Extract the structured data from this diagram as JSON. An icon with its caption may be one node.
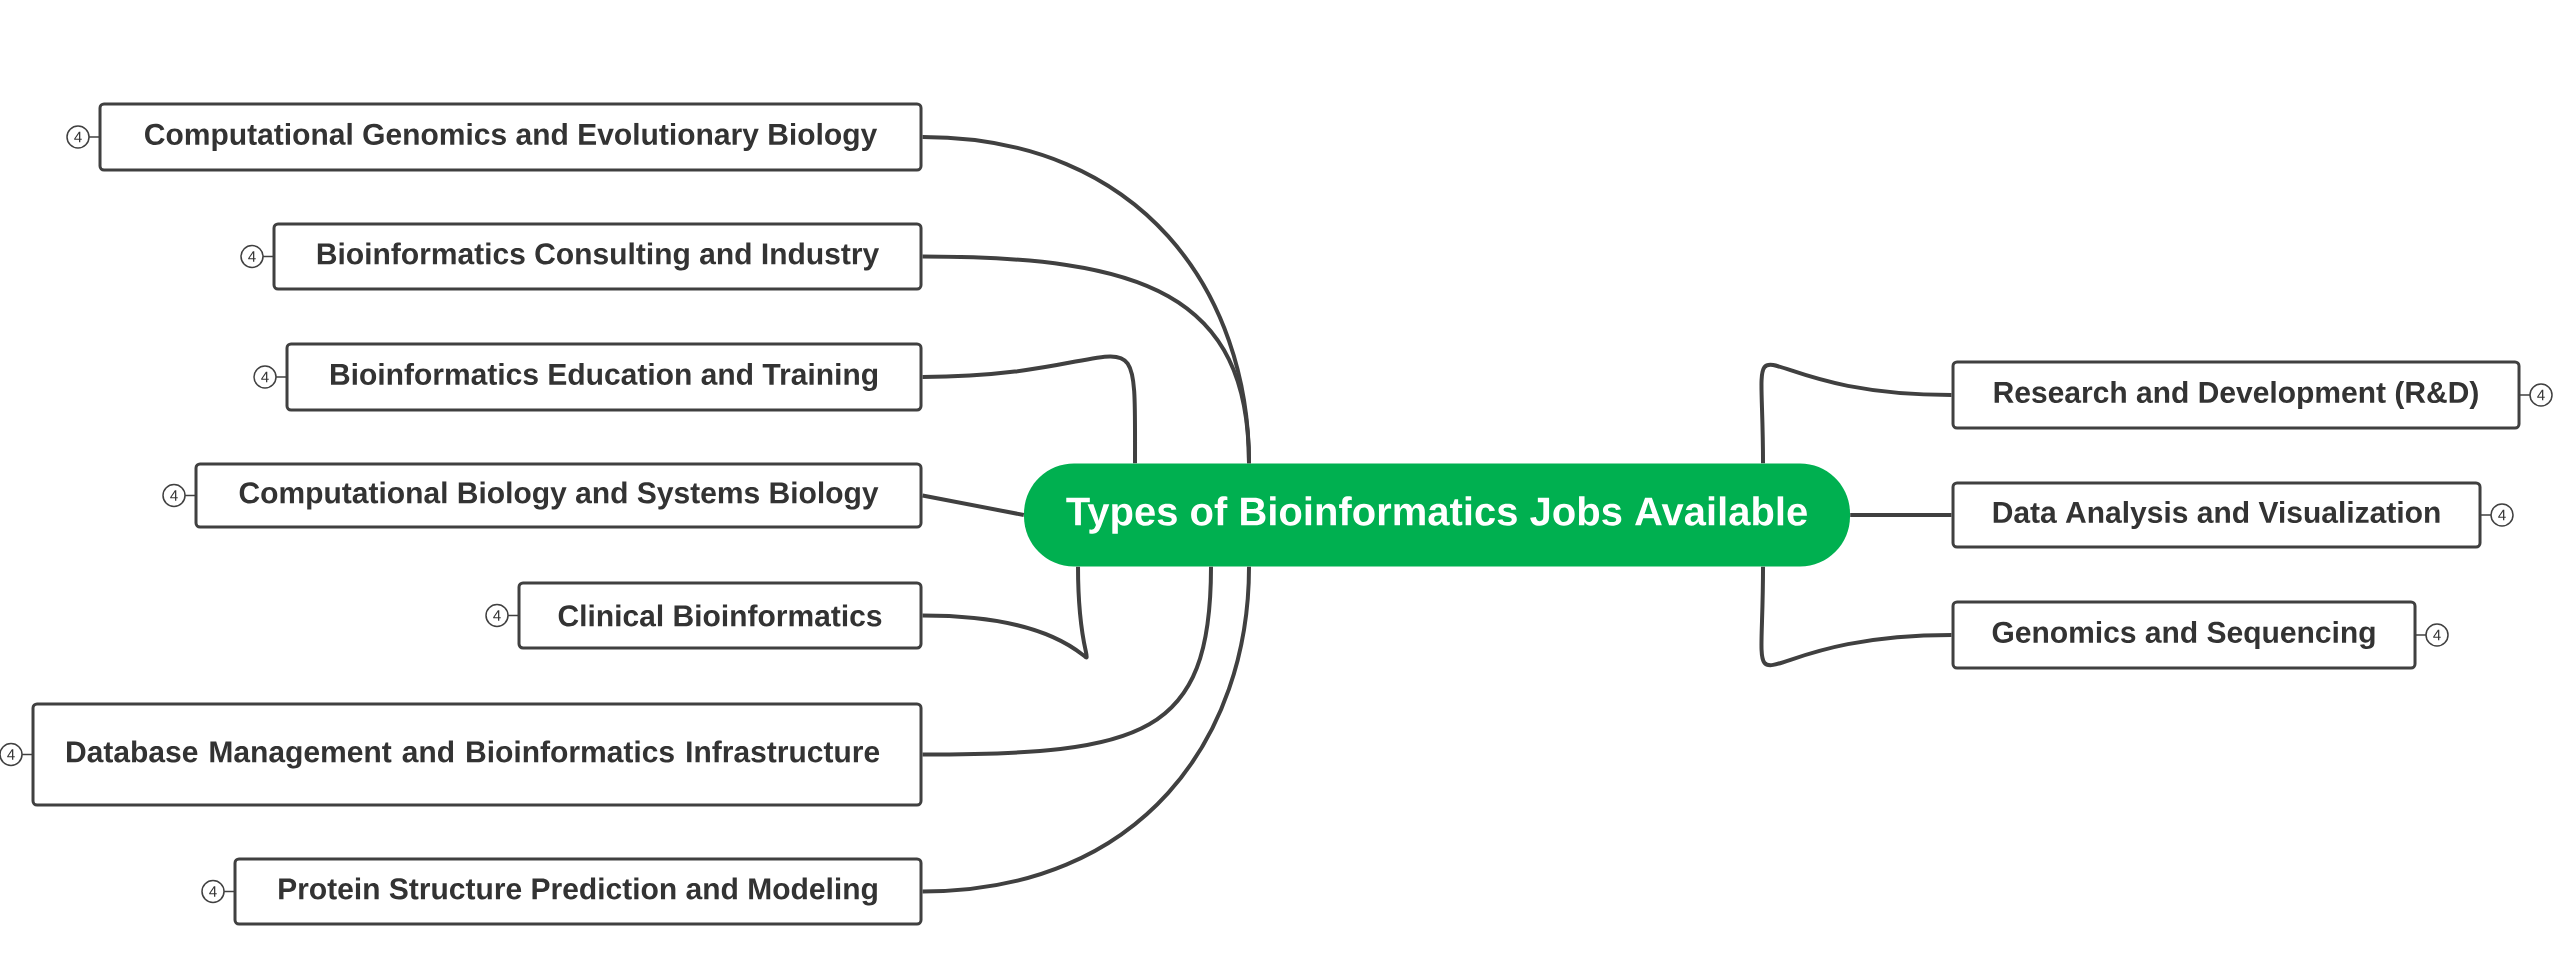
{
  "diagram": {
    "nodes": [
      {
        "text": [
          "Types of Bioinformatics Jobs Available"
        ]
      },
      {
        "text": [
          "Computational Genomics and Evolutionary Biology"
        ],
        "beside": [
          "4"
        ]
      },
      {
        "text": [
          "Bioinformatics Consulting and Industry"
        ],
        "beside": [
          "4"
        ]
      },
      {
        "text": [
          "Bioinformatics Education and Training"
        ],
        "beside": [
          "4"
        ]
      },
      {
        "text": [
          "Computational Biology and Systems Biology"
        ],
        "beside": [
          "4"
        ]
      },
      {
        "text": [
          "Clinical Bioinformatics"
        ],
        "beside": [
          "4"
        ]
      },
      {
        "text": [
          "Database Management and Bioinformatics Infrastructure"
        ],
        "beside": [
          "4"
        ]
      },
      {
        "text": [
          "Protein Structure Prediction and Modeling"
        ],
        "beside": [
          "4"
        ]
      },
      {
        "text": [
          "Research and Development (R&D)"
        ],
        "beside": [
          "4"
        ]
      },
      {
        "text": [
          "Data Analysis and Visualization"
        ],
        "beside": [
          "4"
        ]
      },
      {
        "text": [
          "Genomics and Sequencing"
        ],
        "beside": [
          "4"
        ]
      }
    ],
    "edges": [
      {
        "from": 0,
        "to": 1,
        "arrow": "none"
      },
      {
        "from": 0,
        "to": 2,
        "arrow": "none"
      },
      {
        "from": 0,
        "to": 3,
        "arrow": "none"
      },
      {
        "from": 0,
        "to": 4,
        "arrow": "none"
      },
      {
        "from": 0,
        "to": 5,
        "arrow": "none"
      },
      {
        "from": 0,
        "to": 6,
        "arrow": "none"
      },
      {
        "from": 0,
        "to": 7,
        "arrow": "none"
      },
      {
        "from": 0,
        "to": 8,
        "arrow": "none"
      },
      {
        "from": 0,
        "to": 9,
        "arrow": "none"
      },
      {
        "from": 0,
        "to": 10,
        "arrow": "none"
      }
    ]
  }
}
